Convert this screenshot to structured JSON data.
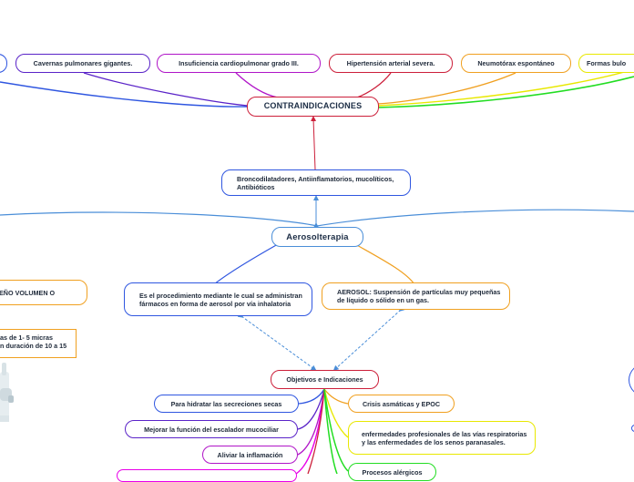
{
  "colors": {
    "blue": "#2f56e0",
    "purple": "#5a23c8",
    "magenta": "#b015c8",
    "red": "#cc1f3a",
    "orange": "#f0a020",
    "yellow": "#e8e800",
    "green": "#22dd22",
    "lightblue": "#4a8ed8"
  },
  "center": {
    "title": "Aerosolterapia"
  },
  "contraindications": {
    "title": "CONTRAINDICACIONES",
    "items": [
      "Cavernas pulmonares gigantes.",
      "Insuficiencia cardiopulmonar grado III.",
      "Hipertensión arterial severa.",
      "Neumotórax espontáneo",
      "Formas bulo"
    ]
  },
  "drugs": {
    "label": "Broncodilatadores, Antiinflamatorios, mucolíticos, Antibióticos"
  },
  "definition": {
    "text": "Es el procedimiento mediante le cual se administran fármacos en forma de aerosol por vía inhalatoria"
  },
  "aerosol": {
    "text": "AEROSOL: Suspensión de partículas muy pequeñas de líquido o sólido en un gas."
  },
  "objectives": {
    "title": "Objetivos e Indicaciones",
    "left_items": [
      "Para hidratar las secreciones secas",
      "Mejorar la función del escalador mucociliar",
      "Aliviar la inflamación"
    ],
    "right_items": [
      "Crisis asmáticas y EPOC",
      "enfermedades profesionales de las vías respiratorias y las enfermedades de los senos paranasales.",
      "Procesos alérgicos"
    ]
  },
  "left_partial": {
    "size_label": "EÑO VOLUMEN O",
    "particles_line1": "as de 1- 5 micras",
    "particles_line2": "n duración de 10 a 15"
  },
  "icons": {
    "nebulizer": "nebulizer-device-icon"
  }
}
